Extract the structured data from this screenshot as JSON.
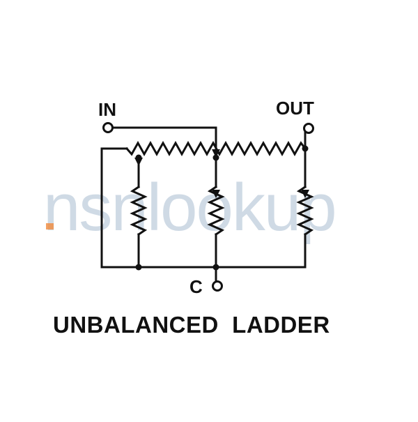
{
  "diagram": {
    "title": "UNBALANCED  LADDER",
    "labels": {
      "input": "IN",
      "output": "OUT",
      "common": "C"
    },
    "colors": {
      "ink": "#111111",
      "watermark": "#a9bdd0",
      "watermark_accent": "#f08a3c",
      "background": "#ffffff"
    }
  },
  "watermark": {
    "text": "nsnlookup"
  }
}
